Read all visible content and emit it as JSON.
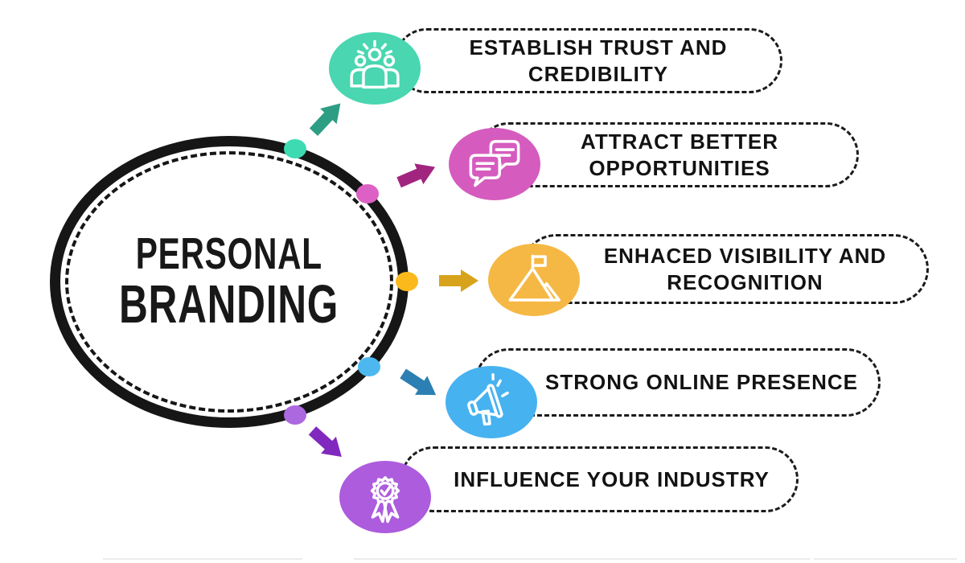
{
  "title": {
    "line1": "PERSONAL",
    "line2": "BRANDING"
  },
  "items": [
    {
      "label": "ESTABLISH TRUST AND CREDIBILITY",
      "icon": "team-leader-icon",
      "circle_color": "#49D6B0",
      "dot_color": "#3EDBB3",
      "arrow_color": "#2D9E84"
    },
    {
      "label": "ATTRACT BETTER OPPORTUNITIES",
      "icon": "chat-bubbles-icon",
      "circle_color": "#D55CBE",
      "dot_color": "#DD60C4",
      "arrow_color": "#A1257F"
    },
    {
      "label": "ENHACED VISIBILITY AND RECOGNITION",
      "icon": "mountain-flag-icon",
      "circle_color": "#F6B845",
      "dot_color": "#FBB91C",
      "arrow_color": "#D7A31C"
    },
    {
      "label": "STRONG ONLINE PRESENCE",
      "icon": "megaphone-icon",
      "circle_color": "#46B2F0",
      "dot_color": "#4DB8EF",
      "arrow_color": "#2C7FB2"
    },
    {
      "label": "INFLUENCE YOUR INDUSTRY",
      "icon": "award-badge-icon",
      "circle_color": "#AC5CDC",
      "dot_color": "#AC68DF",
      "arrow_color": "#8129BE"
    }
  ],
  "colors": {
    "ring": "#161616",
    "text": "#181818",
    "background": "#ffffff"
  }
}
